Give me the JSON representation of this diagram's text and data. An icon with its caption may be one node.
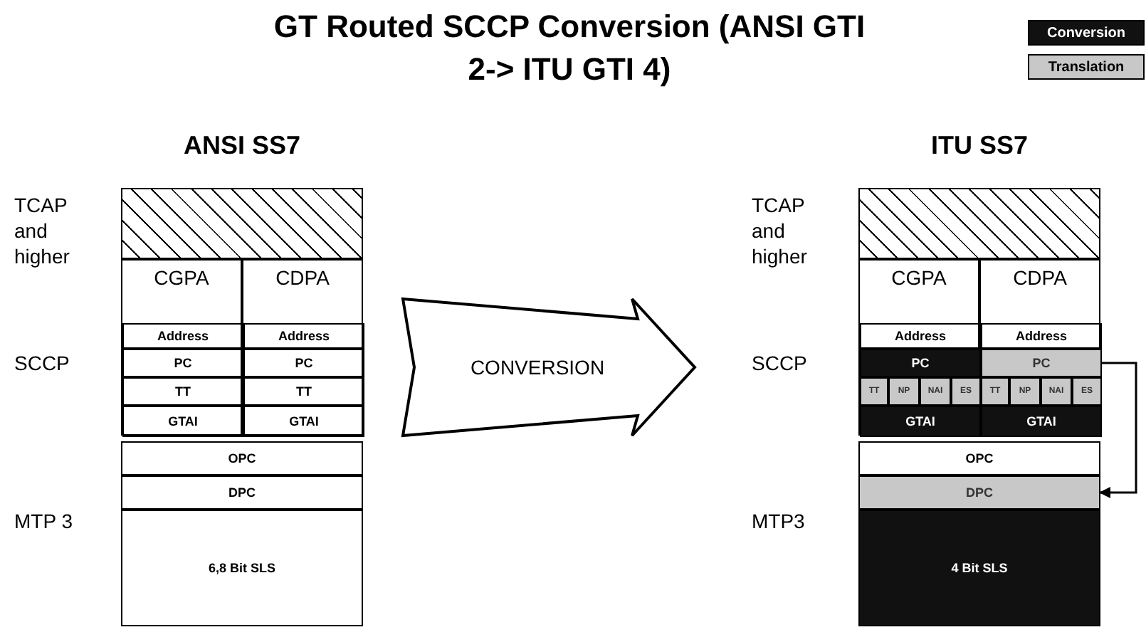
{
  "diagram": {
    "title": "GT Routed SCCP Conversion (ANSI GTI 2-> ITU GTI 4)",
    "nodes": [
      {
        "text": [
          "ANSI SS7"
        ]
      },
      {
        "text": [],
        "shape": "box",
        "in": 0
      },
      {
        "text": [
          "CGPA"
        ],
        "in": 0
      },
      {
        "text": [
          "Address"
        ],
        "in": 2
      },
      {
        "text": [
          "PC"
        ],
        "in": 2
      },
      {
        "text": [
          "TT"
        ],
        "in": 2
      },
      {
        "text": [
          "GTAI"
        ],
        "in": 2
      },
      {
        "text": [
          "CDPA"
        ],
        "in": 0
      },
      {
        "text": [
          "Address"
        ],
        "in": 7
      },
      {
        "text": [
          "PC"
        ],
        "in": 7
      },
      {
        "text": [
          "TT"
        ],
        "in": 7
      },
      {
        "text": [
          "GTAI"
        ],
        "in": 7
      },
      {
        "text": [
          "OPC"
        ],
        "in": 0
      },
      {
        "text": [
          "DPC"
        ],
        "in": 0
      },
      {
        "text": [
          "6,8 Bit SLS"
        ],
        "in": 0
      },
      {
        "text": [
          "ITU SS7"
        ]
      },
      {
        "text": [],
        "shape": "box",
        "in": 15
      },
      {
        "text": [
          "CGPA"
        ],
        "in": 15
      },
      {
        "text": [
          "Address"
        ],
        "in": 17
      },
      {
        "text": [
          "PC"
        ],
        "in": 17
      },
      {
        "text": [
          "TT"
        ],
        "in": 17
      },
      {
        "text": [
          "NP"
        ],
        "in": 17
      },
      {
        "text": [
          "NAI"
        ],
        "in": 17
      },
      {
        "text": [
          "ES"
        ],
        "in": 17
      },
      {
        "text": [
          "GTAI"
        ],
        "in": 17
      },
      {
        "text": [
          "CDPA"
        ],
        "in": 15
      },
      {
        "text": [
          "Address"
        ],
        "in": 25
      },
      {
        "text": [
          "PC"
        ],
        "in": 25
      },
      {
        "text": [
          "TT"
        ],
        "in": 25
      },
      {
        "text": [
          "NP"
        ],
        "in": 25
      },
      {
        "text": [
          "NAI"
        ],
        "in": 25
      },
      {
        "text": [
          "ES"
        ],
        "in": 25
      },
      {
        "text": [
          "GTAI"
        ],
        "in": 25
      },
      {
        "text": [
          "OPC"
        ],
        "in": 15
      },
      {
        "text": [
          "DPC"
        ],
        "in": 15
      },
      {
        "text": [
          "4 Bit SLS"
        ],
        "in": 15
      }
    ],
    "edges": [
      {
        "from": 0,
        "to": 15,
        "arrow": "to",
        "label": "CONVERSION",
        "style": "thick"
      },
      {
        "from": 27,
        "to": 34,
        "arrow": "to"
      }
    ],
    "labels": [
      "TCAP and higher",
      "SCCP",
      "MTP 3",
      "TCAP and higher",
      "SCCP",
      "MTP3"
    ],
    "legend": [
      {
        "text": "Conversion",
        "color": "#111111"
      },
      {
        "text": "Translation",
        "color": "#c8c8c8"
      }
    ]
  }
}
